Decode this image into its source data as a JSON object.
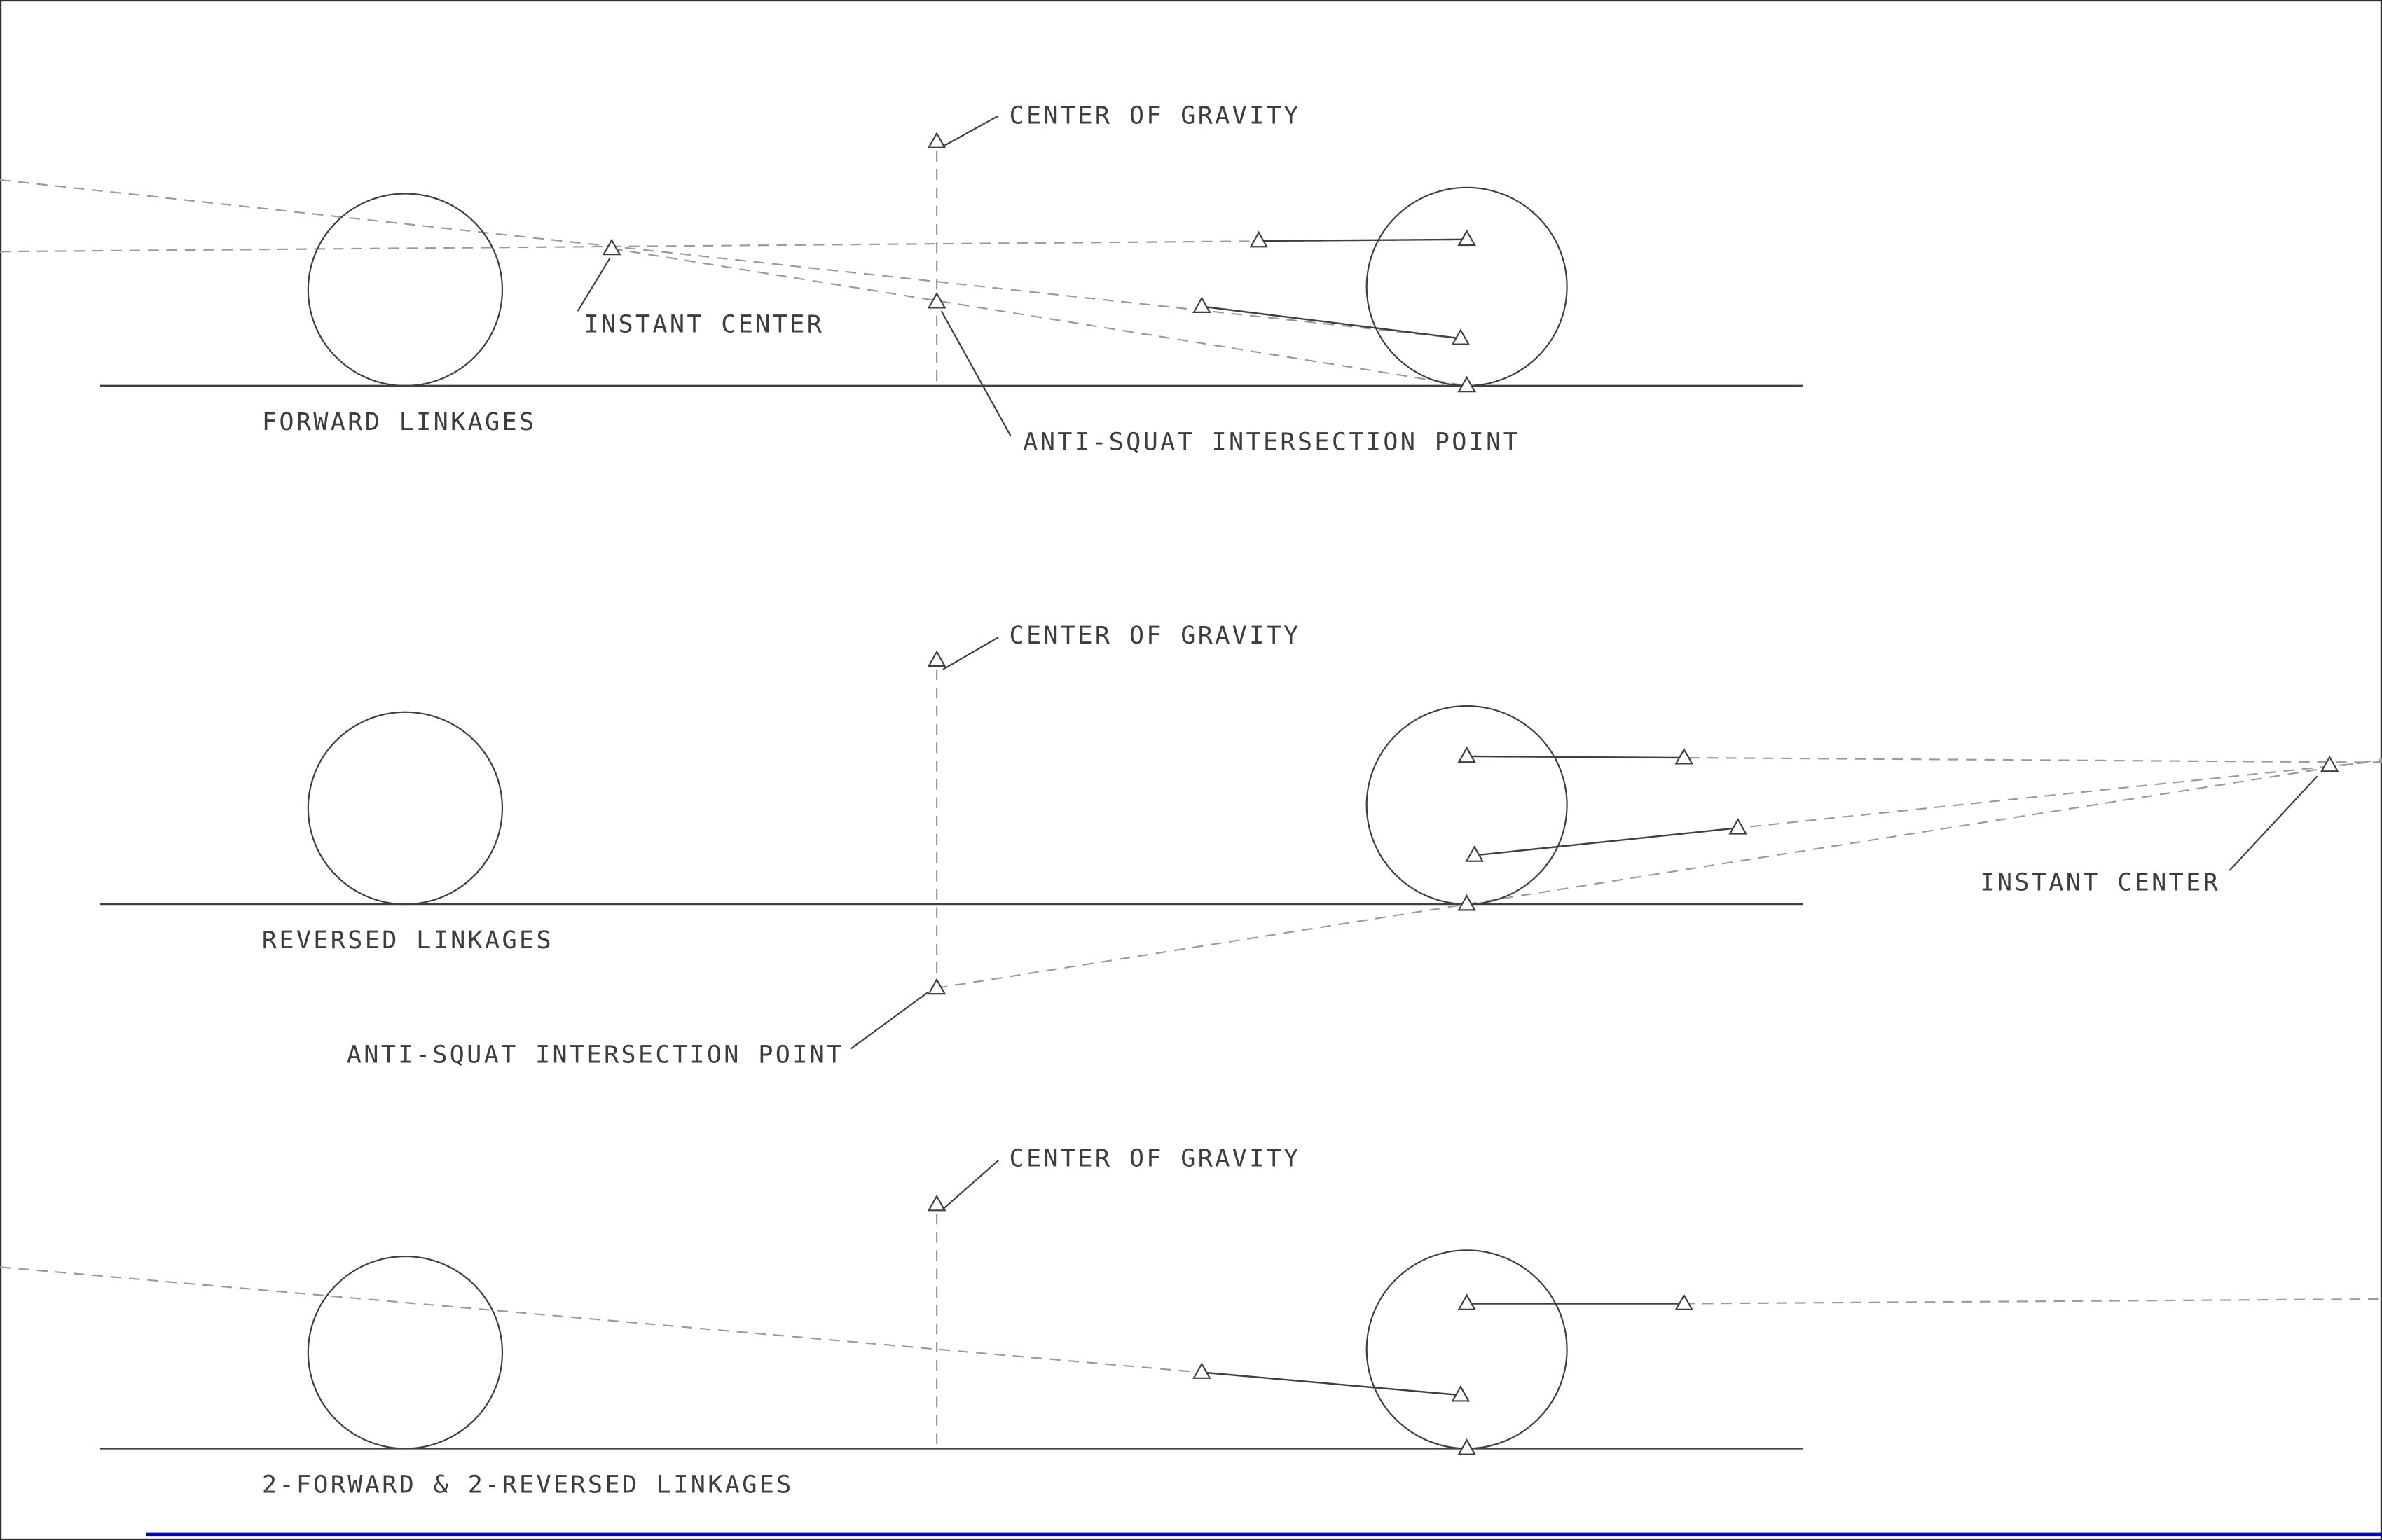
{
  "colors": {
    "solid_line": "#3f3f3f",
    "dashed_line": "#9a9a9a",
    "text": "#3d3d3d",
    "accent_blue": "#0000c8",
    "border": "#2e2e2e"
  },
  "sections": {
    "forward": {
      "title": "FORWARD LINKAGES",
      "cg_label": "CENTER OF GRAVITY",
      "ic_label": "INSTANT CENTER",
      "as_label": "ANTI-SQUAT INTERSECTION POINT"
    },
    "reversed": {
      "title": "REVERSED LINKAGES",
      "cg_label": "CENTER OF GRAVITY",
      "ic_label": "INSTANT CENTER",
      "as_label": "ANTI-SQUAT INTERSECTION POINT"
    },
    "combined": {
      "title": "2-FORWARD & 2-REVERSED LINKAGES",
      "cg_label": "CENTER OF GRAVITY"
    }
  }
}
